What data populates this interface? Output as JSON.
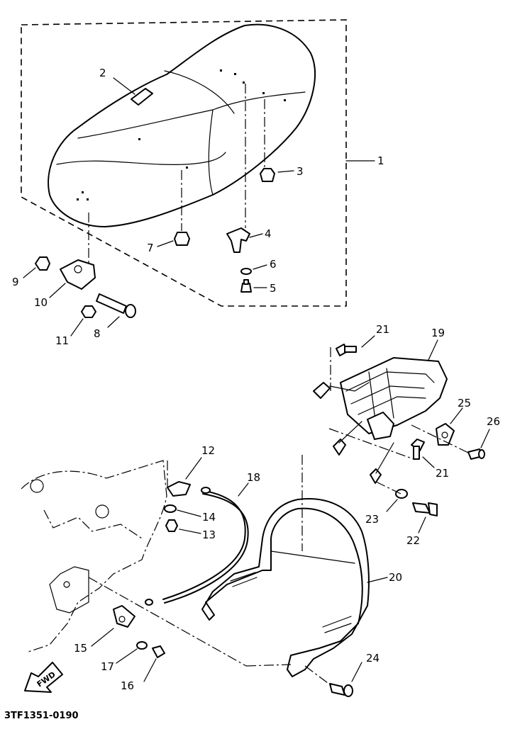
{
  "drawing_code": "3TF1351-0190",
  "direction_label": "FWD",
  "parts": {
    "p1": "1",
    "p2": "2",
    "p3": "3",
    "p4": "4",
    "p5": "5",
    "p6": "6",
    "p7": "7",
    "p8": "8",
    "p9": "9",
    "p10": "10",
    "p11": "11",
    "p12": "12",
    "p13": "13",
    "p14": "14",
    "p15": "15",
    "p16": "16",
    "p17": "17",
    "p18": "18",
    "p19": "19",
    "p20": "20",
    "p21a": "21",
    "p21b": "21",
    "p22": "22",
    "p23": "23",
    "p24": "24",
    "p25": "25",
    "p26": "26"
  }
}
